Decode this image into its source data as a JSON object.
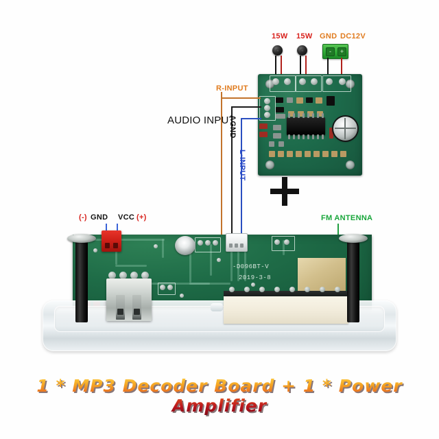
{
  "image": {
    "kind": "product-photo-with-annotations",
    "background_color": "#ffffff"
  },
  "amplifier_board": {
    "terminal_labels": [
      {
        "text": "15W",
        "color": "#d8221d"
      },
      {
        "text": "15W",
        "color": "#d8221d"
      },
      {
        "text": "GND",
        "color": "#e07b1e"
      },
      {
        "text": "DC12V",
        "color": "#e07b1e"
      }
    ],
    "screw_terminal": {
      "minus": "-",
      "plus": "+",
      "color": "#2faa36"
    }
  },
  "annotations": {
    "audio_input": {
      "text": "AUDIO INPUT",
      "color": "#111111"
    },
    "r_input": {
      "text": "R-INPUT",
      "color": "#e07b1e"
    },
    "agnd": {
      "text": "AGND",
      "color": "#111111"
    },
    "l_input": {
      "text": "L-INPUT",
      "color": "#2647c8"
    },
    "gnd_minus": {
      "text": "(-)",
      "color": "#d8221d"
    },
    "gnd": {
      "text": "GND",
      "color": "#111111"
    },
    "vcc": {
      "text": "VCC",
      "color": "#111111"
    },
    "vcc_plus": {
      "text": "(+)",
      "color": "#d8221d"
    },
    "fm_antenna": {
      "text": "FM ANTENNA",
      "color": "#18a63a"
    },
    "plus_symbol": {
      "text": "+",
      "color": "#111111"
    }
  },
  "decoder_board": {
    "silkscreen_model": "-D096BT-V",
    "silkscreen_date": "2019-3-8"
  },
  "caption": {
    "text": "1 * MP3 Decoder Board + 1 * Power Amplifier",
    "gradient_from": "#ffd24a",
    "gradient_to": "#7d0b16"
  }
}
